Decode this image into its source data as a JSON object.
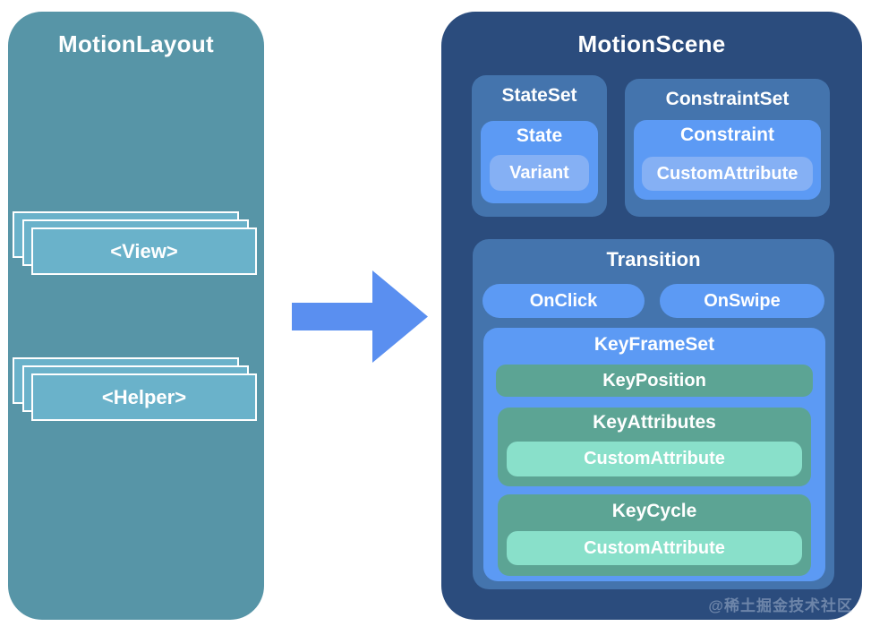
{
  "left_panel": {
    "title": "MotionLayout",
    "view_label": "<View>",
    "helper_label": "<Helper>"
  },
  "right_panel": {
    "title": "MotionScene",
    "state_set": {
      "title": "StateSet",
      "state": {
        "title": "State",
        "variant_label": "Variant"
      }
    },
    "constraint_set": {
      "title": "ConstraintSet",
      "constraint": {
        "title": "Constraint",
        "custom_attribute_label": "CustomAttribute"
      }
    },
    "transition": {
      "title": "Transition",
      "on_click_label": "OnClick",
      "on_swipe_label": "OnSwipe",
      "key_frame_set": {
        "title": "KeyFrameSet",
        "key_position_label": "KeyPosition",
        "key_attributes": {
          "title": "KeyAttributes",
          "custom_attribute_label": "CustomAttribute"
        },
        "key_cycle": {
          "title": "KeyCycle",
          "custom_attribute_label": "CustomAttribute"
        }
      }
    }
  },
  "watermark": "@稀土掘金技术社区",
  "colors": {
    "page_bg": "#ffffff",
    "layout_panel": "#5795a7",
    "layout_card": "#6ab2ca",
    "arrow": "#5a8ff0",
    "scene_panel": "#2b4c7d",
    "group_box": "#4474ad",
    "node_blue": "#5c9af4",
    "node_light_blue": "#85b0f4",
    "node_green": "#5ca494",
    "node_mint": "#89e0ca",
    "text": "#ffffff"
  }
}
